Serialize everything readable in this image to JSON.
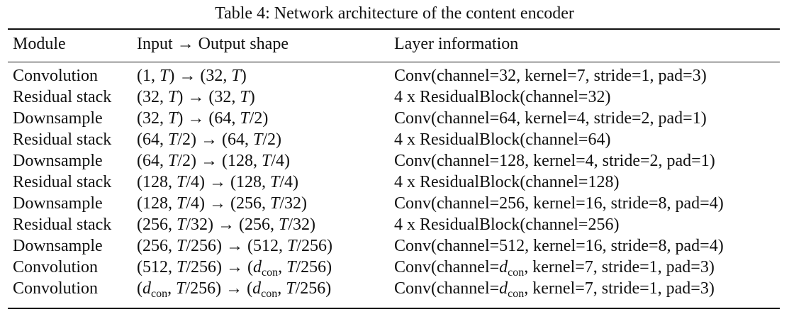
{
  "table": {
    "caption": "Table 4: Network architecture of the content encoder",
    "headers": [
      "Module",
      "Input → Output shape",
      "Layer information"
    ],
    "rows": [
      [
        "Convolution",
        "(1, T) → (32, T)",
        "Conv(channel=32, kernel=7, stride=1, pad=3)"
      ],
      [
        "Residual stack",
        "(32, T) → (32, T)",
        "4 x ResidualBlock(channel=32)"
      ],
      [
        "Downsample",
        "(32, T) → (64, T/2)",
        "Conv(channel=64, kernel=4, stride=2, pad=1)"
      ],
      [
        "Residual stack",
        "(64, T/2) → (64, T/2)",
        "4 x ResidualBlock(channel=64)"
      ],
      [
        "Downsample",
        "(64, T/2) → (128, T/4)",
        "Conv(channel=128, kernel=4, stride=2, pad=1)"
      ],
      [
        "Residual stack",
        "(128, T/4) → (128, T/4)",
        "4 x ResidualBlock(channel=128)"
      ],
      [
        "Downsample",
        "(128, T/4) → (256, T/32)",
        "Conv(channel=256, kernel=16, stride=8, pad=4)"
      ],
      [
        "Residual stack",
        "(256, T/32) → (256, T/32)",
        "4 x ResidualBlock(channel=256)"
      ],
      [
        "Downsample",
        "(256, T/256) → (512, T/256)",
        "Conv(channel=512, kernel=16, stride=8, pad=4)"
      ],
      [
        "Convolution",
        "(512, T/256) → (d_con, T/256)",
        "Conv(channel=d_con, kernel=7, stride=1, pad=3)"
      ],
      [
        "Convolution",
        "(d_con, T/256) → (d_con, T/256)",
        "Conv(channel=d_con, kernel=7, stride=1, pad=3)"
      ]
    ]
  }
}
